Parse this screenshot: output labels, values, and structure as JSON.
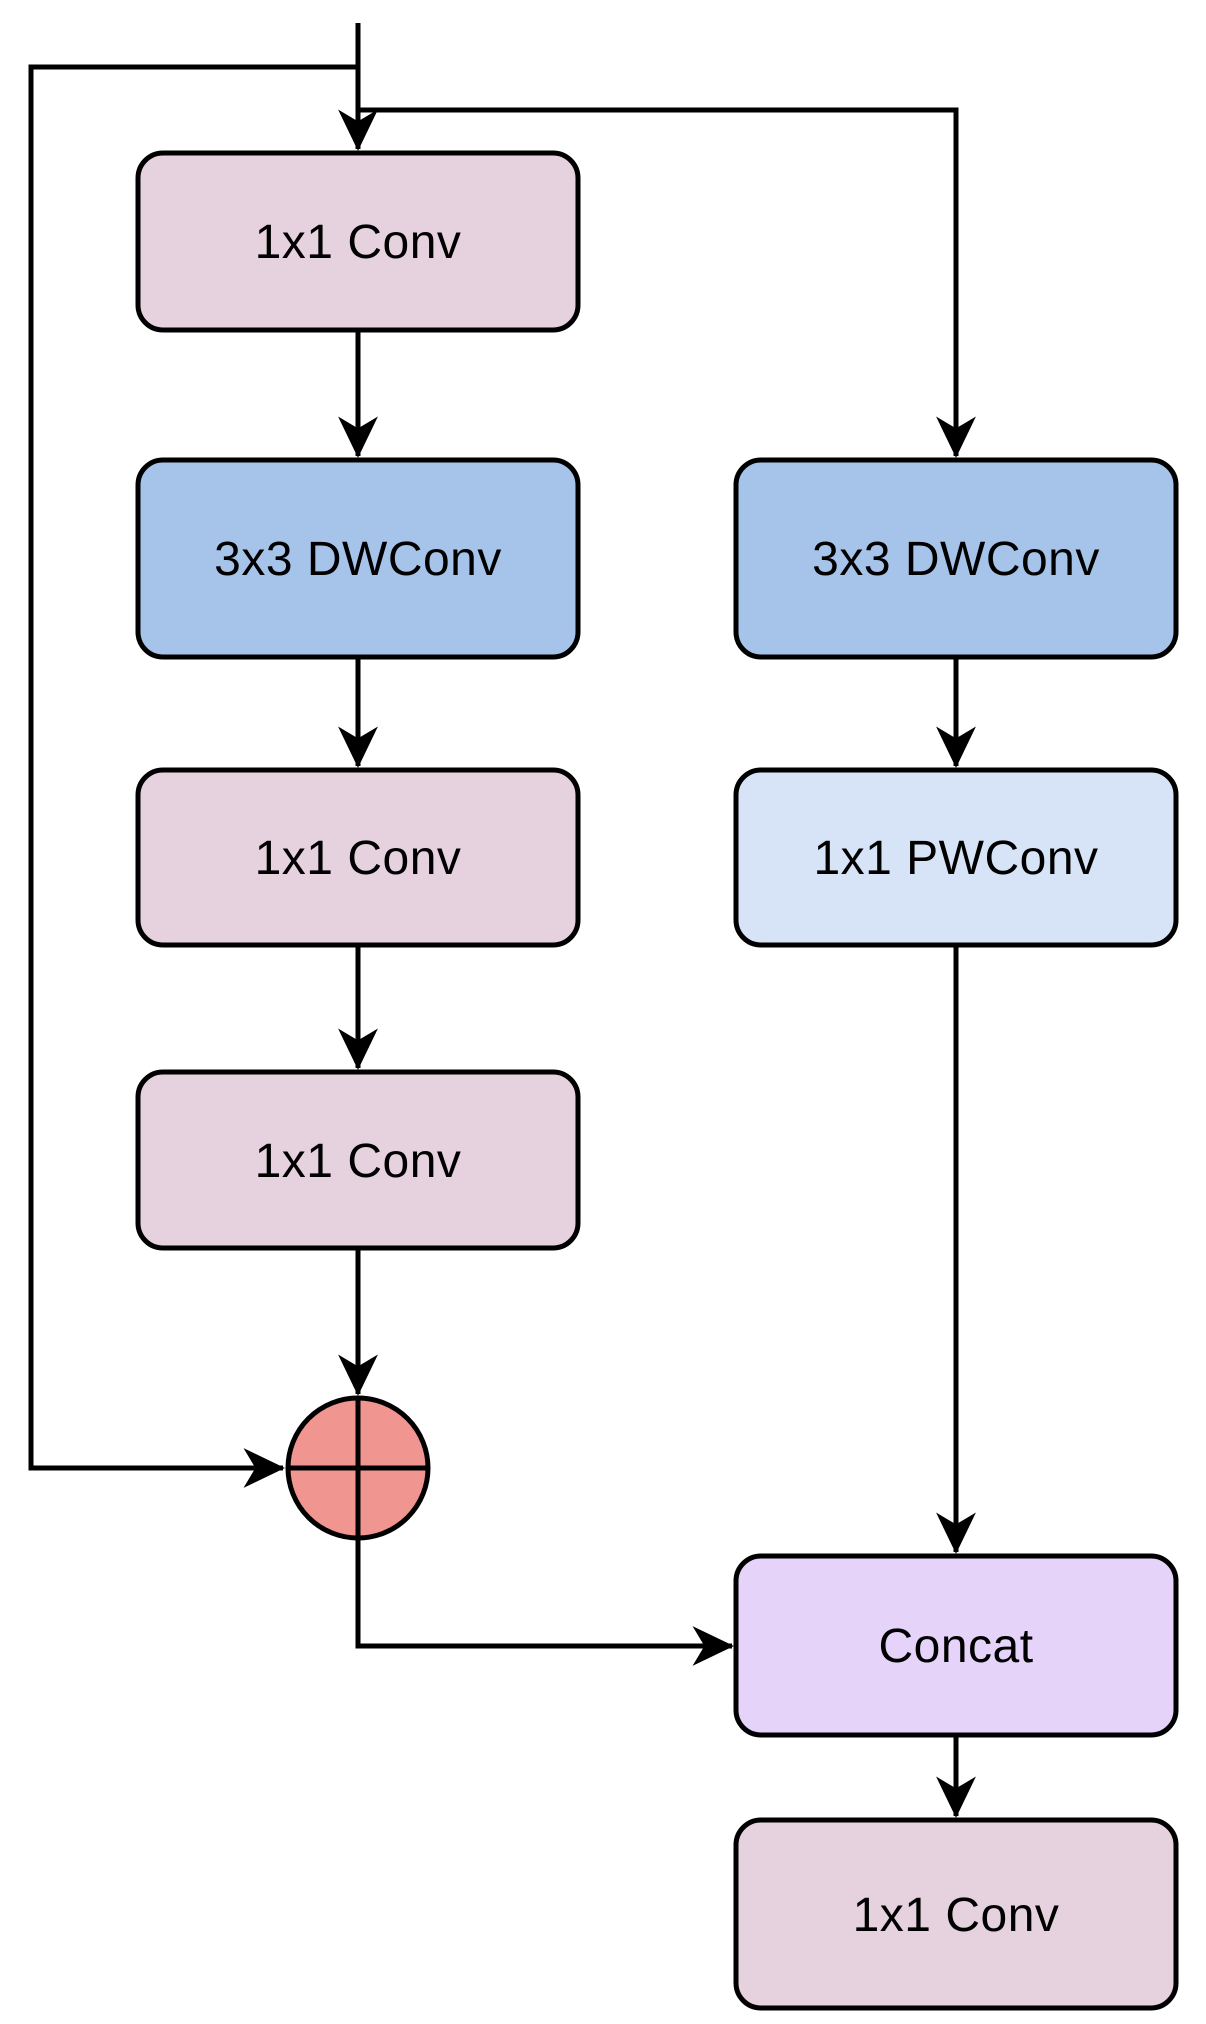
{
  "diagram": {
    "type": "flowchart",
    "description": "Convolution block diagram with residual add branch and depthwise-separable branch merged by concatenation",
    "background": "#ffffff",
    "colors": {
      "pink": "#E6D1DE",
      "blue": "#A6C3EA",
      "light_blue": "#D7E3F6",
      "lavender": "#E5D3F9",
      "salmon": "#F09590",
      "line": "#000000",
      "text": "#000000"
    },
    "nodes": [
      {
        "id": "conv1_left",
        "label": "1x1 Conv",
        "fill": "pink"
      },
      {
        "id": "dwconv_left",
        "label": "3x3 DWConv",
        "fill": "blue"
      },
      {
        "id": "conv2_left",
        "label": "1x1 Conv",
        "fill": "pink"
      },
      {
        "id": "conv3_left",
        "label": "1x1 Conv",
        "fill": "pink"
      },
      {
        "id": "dwconv_right",
        "label": "3x3 DWConv",
        "fill": "blue"
      },
      {
        "id": "pwconv_right",
        "label": "1x1 PWConv",
        "fill": "light_blue"
      },
      {
        "id": "concat",
        "label": "Concat",
        "fill": "lavender"
      },
      {
        "id": "conv_out",
        "label": "1x1 Conv",
        "fill": "pink"
      }
    ],
    "add_operator": {
      "id": "add",
      "symbol": "⊕",
      "fill": "salmon"
    },
    "edges": [
      {
        "from": "input",
        "to": "conv1_left"
      },
      {
        "from": "input",
        "to": "add",
        "via": "left-skip-connection"
      },
      {
        "from": "input",
        "to": "dwconv_right",
        "via": "right-branch"
      },
      {
        "from": "conv1_left",
        "to": "dwconv_left"
      },
      {
        "from": "dwconv_left",
        "to": "conv2_left"
      },
      {
        "from": "conv2_left",
        "to": "conv3_left"
      },
      {
        "from": "conv3_left",
        "to": "add"
      },
      {
        "from": "add",
        "to": "concat"
      },
      {
        "from": "dwconv_right",
        "to": "pwconv_right"
      },
      {
        "from": "pwconv_right",
        "to": "concat"
      },
      {
        "from": "concat",
        "to": "conv_out"
      }
    ]
  }
}
